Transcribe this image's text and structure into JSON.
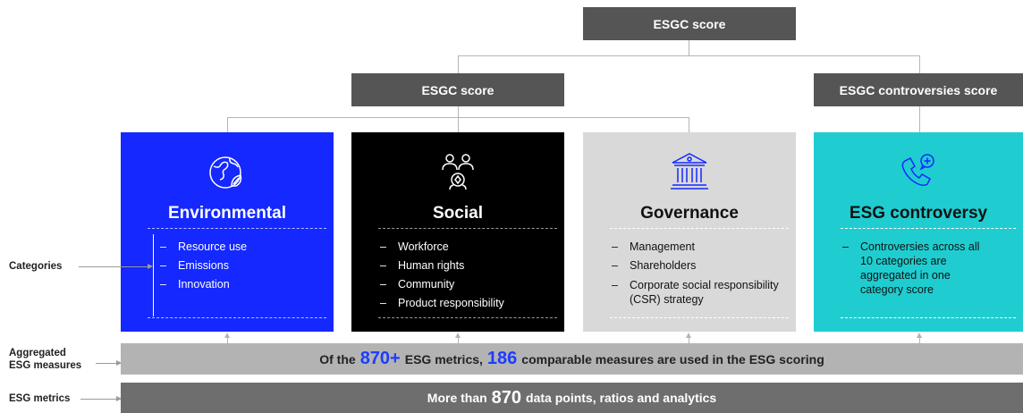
{
  "top": {
    "esgc_top": "ESGC score",
    "esg_score": "ESGC score",
    "controversies_score": "ESGC controversies score"
  },
  "cards": [
    {
      "title": "Environmental",
      "icon": "globe-leaf-icon",
      "bg": "#1428ff",
      "fg": "#ffffff",
      "items": [
        "Resource use",
        "Emissions",
        "Innovation"
      ]
    },
    {
      "title": "Social",
      "icon": "people-icon",
      "bg": "#000000",
      "fg": "#ffffff",
      "items": [
        "Workforce",
        "Human rights",
        "Community",
        "Product responsibility"
      ]
    },
    {
      "title": "Governance",
      "icon": "bank-building-icon",
      "bg": "#d9d9d9",
      "fg": "#111111",
      "items": [
        "Management",
        "Shareholders",
        "Corporate social responsibility (CSR) strategy"
      ]
    },
    {
      "title": "ESG controversy",
      "icon": "phone-plus-icon",
      "bg": "#1fcdd0",
      "fg": "#111111",
      "items": [
        "Controversies across all 10 categories are aggregated in one category score"
      ]
    }
  ],
  "left_labels": {
    "categories": "Categories",
    "aggregated_line1": "Aggregated",
    "aggregated_line2": "ESG measures",
    "metrics": "ESG metrics"
  },
  "aggregated_bar": {
    "pre": "Of the",
    "num1": "870+",
    "mid": "ESG metrics,",
    "num2": "186",
    "post": "comparable measures are used in the ESG scoring"
  },
  "metrics_bar": {
    "pre": "More than",
    "num": "870",
    "post": "data points, ratios and analytics"
  },
  "colors": {
    "header": "#555555",
    "agg_bar": "#b3b3b3",
    "metrics_bar": "#6e6e6e",
    "accent_number": "#1e3cff"
  }
}
